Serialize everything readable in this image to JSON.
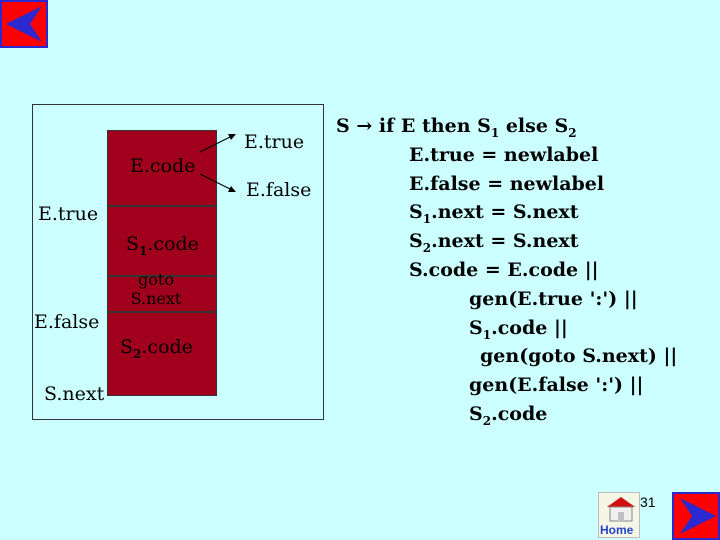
{
  "diagram": {
    "blocks": {
      "ecode": "E.code",
      "s1_code": "S",
      "s1_sub": "1",
      "s1_suffix": ".code",
      "goto_line1": "goto",
      "goto_line2": "S.next",
      "s2_code": "S",
      "s2_sub": "2",
      "s2_suffix": ".code"
    },
    "targets": {
      "etrue": "E.true",
      "efalse": "E.false"
    },
    "side_labels": {
      "etrue": "E.true",
      "efalse": "E.false",
      "snext": "S.next"
    }
  },
  "rules": {
    "production": {
      "lhs": "S",
      "arrow": "→",
      "text": "if E then S",
      "sub1": "1",
      "mid": " else S",
      "sub2": "2"
    },
    "lines": {
      "l1": "E.true = newlabel",
      "l2": "E.false = newlabel",
      "l3_pre": "S",
      "l3_sub": "1",
      "l3_post": ".next = S.next",
      "l4_pre": "S",
      "l4_sub": "2",
      "l4_post": ".next = S.next",
      "l5": "S.code = E.code ||",
      "l6": "gen(E.true ':') ||",
      "l7_pre": "S",
      "l7_sub": "1",
      "l7_post": ".code ||",
      "l8": "gen(goto S.next) ||",
      "l9": "gen(E.false ':') ||",
      "l10_pre": "S",
      "l10_sub": "2",
      "l10_post": ".code"
    }
  },
  "footer": {
    "page_number": "31",
    "home_label": "Home"
  },
  "nav": {
    "prev_icon": "arrow-left-icon",
    "next_icon": "arrow-right-icon"
  }
}
